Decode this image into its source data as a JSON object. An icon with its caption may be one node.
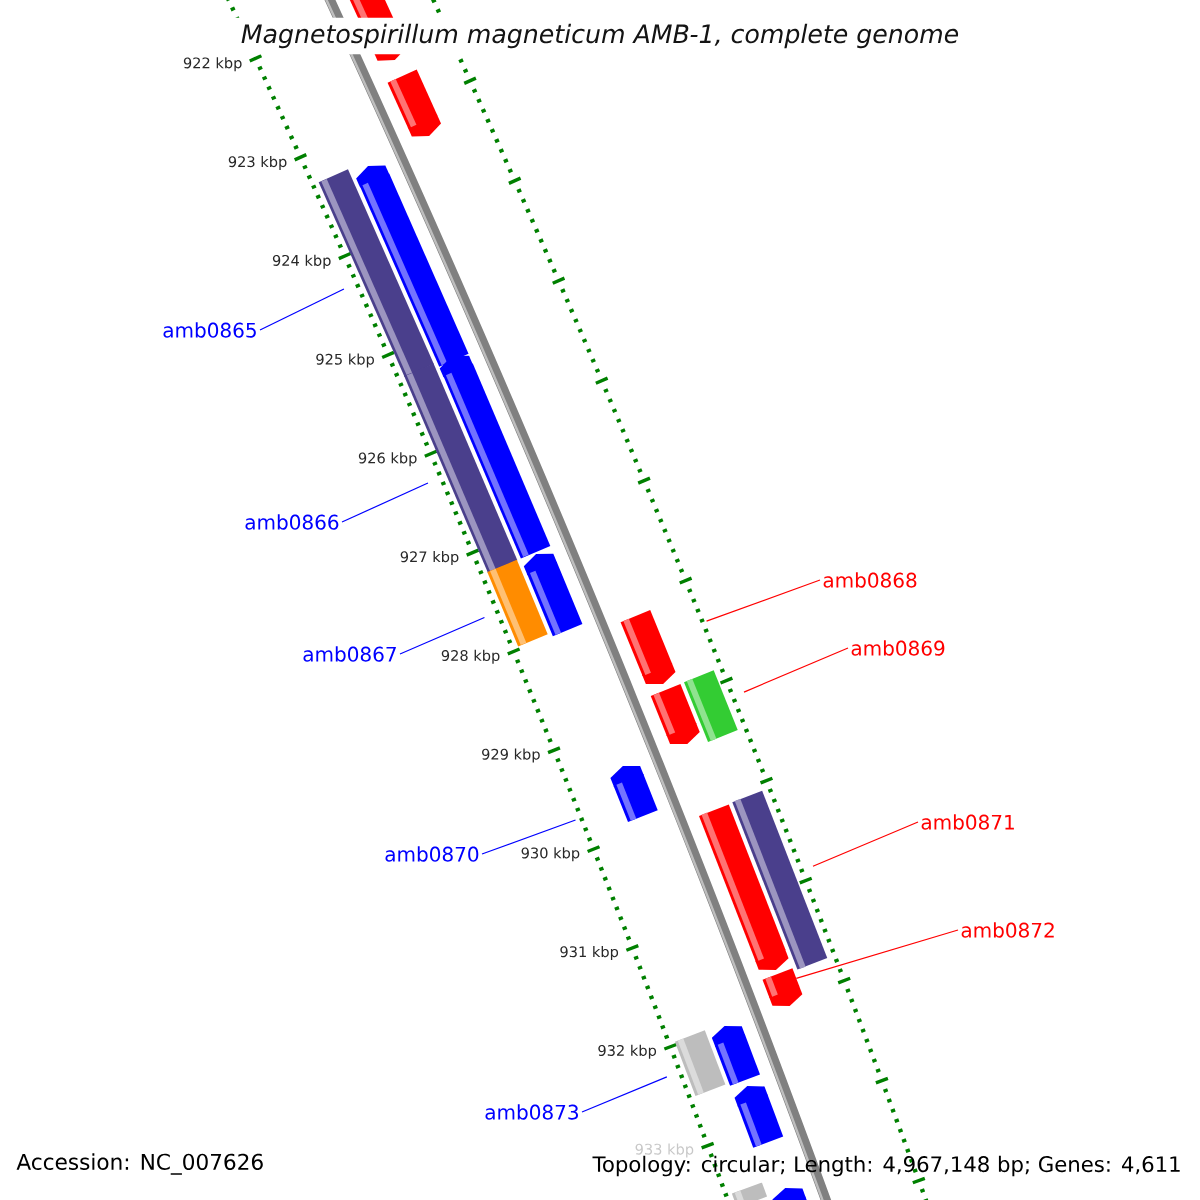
{
  "diagram": {
    "title": "Magnetospirillum magneticum AMB-1, complete genome",
    "nodes": [
      {
        "text": [
          "amb0865"
        ]
      },
      {
        "text": [
          "amb0866"
        ]
      },
      {
        "text": [
          "amb0868"
        ]
      },
      {
        "text": [
          "amb0869"
        ]
      },
      {
        "text": [
          "amb0867"
        ]
      },
      {
        "text": [
          "amb0871"
        ]
      },
      {
        "text": [
          "amb0870"
        ]
      },
      {
        "text": [
          "amb0872"
        ]
      },
      {
        "text": [
          "amb0873"
        ]
      },
      {
        "text": [],
        "shape": "bar"
      },
      {
        "text": [],
        "shape": "bar"
      },
      {
        "text": [],
        "shape": "bar"
      },
      {
        "text": [],
        "shape": "bar"
      },
      {
        "text": [],
        "shape": "bar"
      },
      {
        "text": [],
        "shape": "bar"
      },
      {
        "text": [],
        "shape": "bar"
      },
      {
        "text": [],
        "shape": "bar"
      },
      {
        "text": [],
        "shape": "bar"
      },
      {
        "text": [],
        "shape": "bar"
      },
      {
        "text": [],
        "shape": "bar"
      },
      {
        "text": [],
        "shape": "bar"
      },
      {
        "text": [],
        "shape": "bar"
      },
      {
        "text": [],
        "shape": "bar"
      },
      {
        "text": [],
        "shape": "bar"
      },
      {
        "text": [],
        "shape": "bar"
      },
      {
        "text": [],
        "shape": "bar"
      },
      {
        "text": [],
        "shape": "bar"
      },
      {
        "text": [],
        "shape": "bar"
      },
      {
        "text": [],
        "shape": "bar"
      }
    ],
    "edges": [
      {
        "from": 0,
        "to": 12,
        "arrow": "none"
      },
      {
        "from": 1,
        "to": 14,
        "arrow": "none"
      },
      {
        "from": 2,
        "to": 17,
        "arrow": "none",
        "color": "#ff0000"
      },
      {
        "from": 3,
        "to": 18,
        "arrow": "none",
        "color": "#ff0000"
      },
      {
        "from": 4,
        "to": 16,
        "arrow": "none"
      },
      {
        "from": 5,
        "to": 21,
        "arrow": "none",
        "color": "#ff0000"
      },
      {
        "from": 6,
        "to": 20,
        "arrow": "none"
      },
      {
        "from": 7,
        "to": 23,
        "arrow": "none",
        "color": "#ff0000"
      },
      {
        "from": 8,
        "to": 25,
        "arrow": "none"
      }
    ],
    "labels": [
      "922 kbp",
      "923 kbp",
      "924 kbp",
      "925 kbp",
      "926 kbp",
      "927 kbp",
      "928 kbp",
      "929 kbp",
      "930 kbp",
      "931 kbp",
      "932 kbp",
      "933 kbp",
      "Accession: NC_007626",
      "Topology: circular; Length: 4,967,148 bp; Genes: 4,611"
    ]
  }
}
